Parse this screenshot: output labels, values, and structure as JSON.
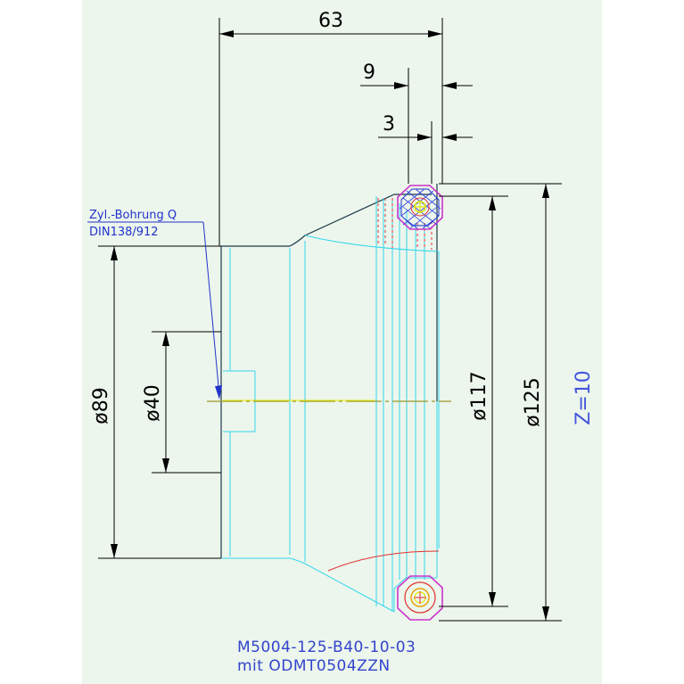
{
  "drawing": {
    "dimensions": {
      "length": "63",
      "offset_9": "9",
      "offset_3": "3",
      "diameter_89": "ø89",
      "diameter_40": "ø40",
      "diameter_117": "ø117",
      "diameter_125": "ø125"
    },
    "bore_note": {
      "line1": "Zyl.-Bohrung Q",
      "line2": "DIN138/912"
    },
    "teeth": "Z=10",
    "part_number": "M5004-125-B40-10-03",
    "insert": "mit ODMT0504ZZN"
  },
  "colors": {
    "background_panel": "#ecf6ec",
    "outline": "#1e3a4a",
    "cyan": "#33d6ee",
    "red": "#e23030",
    "blue": "#2233cc",
    "magenta": "#cc33cc",
    "yellow": "#e6e600",
    "centerline": "#9a9a2a"
  }
}
